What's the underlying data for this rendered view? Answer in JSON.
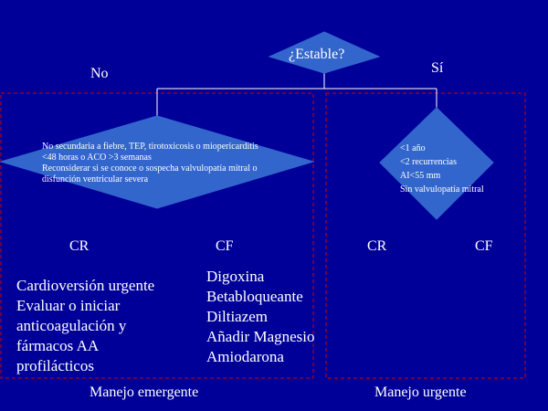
{
  "colors": {
    "background": "#000099",
    "diamond_fill": "#3366cc",
    "line": "#ffffff",
    "dashed_border": "#cc0000"
  },
  "decision": {
    "question": "¿Estable?",
    "no_label": "No",
    "yes_label": "Sí"
  },
  "no_branch": {
    "criteria": [
      "No secundaria a fiebre, TEP, tirotoxicosis o miopericarditis",
      "<48 horas o ACO >3 semanas",
      "Reconsiderar si se conoce o sospecha valvulopatía mitral o",
      "disfunción ventricular severa"
    ],
    "cr_label": "CR",
    "cf_label": "CF",
    "cr_actions": [
      "Cardioversión urgente",
      "Evaluar o iniciar",
      "anticoagulación  y",
      "fármacos AA",
      "profilácticos"
    ],
    "cf_actions": [
      "Digoxina",
      "Betabloqueante",
      "Diltiazem",
      "Añadir Magnesio",
      "Amiodarona"
    ],
    "footer": "Manejo emergente"
  },
  "yes_branch": {
    "criteria": [
      "<1 año",
      "<2 recurrencias",
      "AI<55 mm",
      "Sin valvulopatía mitral"
    ],
    "cr_label": "CR",
    "cf_label": "CF",
    "footer": "Manejo urgente"
  }
}
